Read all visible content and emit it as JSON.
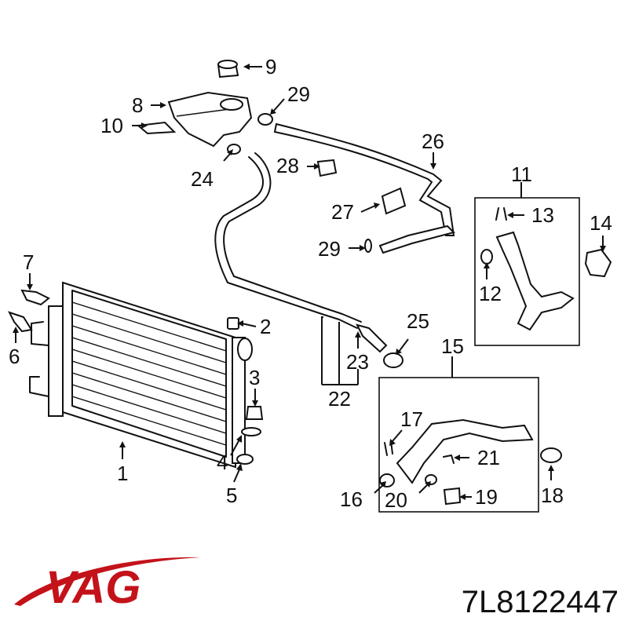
{
  "labels": {
    "l1": "1",
    "l2": "2",
    "l3": "3",
    "l4": "4",
    "l5": "5",
    "l6": "6",
    "l7": "7",
    "l8": "8",
    "l9": "9",
    "l10": "10",
    "l11": "11",
    "l12": "12",
    "l13": "13",
    "l14": "14",
    "l15": "15",
    "l16": "16",
    "l17": "17",
    "l18": "18",
    "l19": "19",
    "l20": "20",
    "l21": "21",
    "l22": "22",
    "l23": "23",
    "l24": "24",
    "l25": "25",
    "l26": "26",
    "l27": "27",
    "l28": "28",
    "l29a": "29",
    "l29b": "29"
  },
  "brand": {
    "name": "VAG",
    "color": "#c4121a"
  },
  "part_number": "7L8122447"
}
